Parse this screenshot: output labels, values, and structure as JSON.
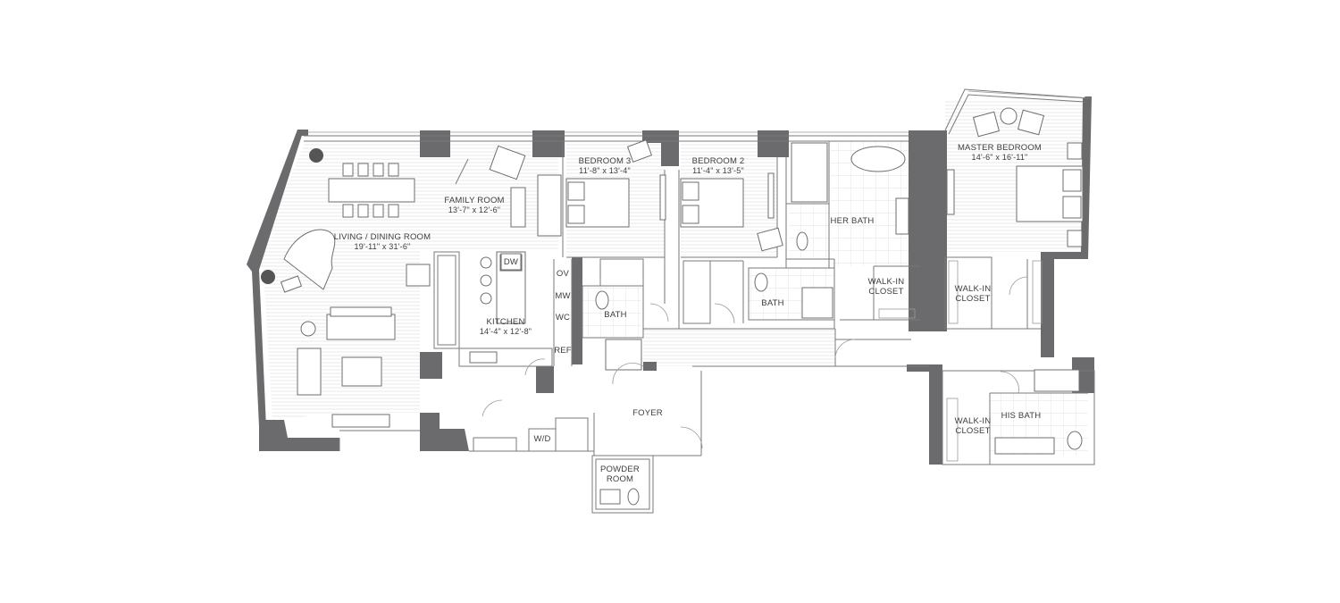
{
  "rooms": {
    "living": {
      "name": "LIVING / DINING ROOM",
      "dim": "19'-11\" x 31'-6\""
    },
    "family": {
      "name": "FAMILY ROOM",
      "dim": "13'-7\" x 12'-6\""
    },
    "kitchen": {
      "name": "KITCHEN",
      "dim": "14'-4\" x 12'-8\""
    },
    "bedroom3": {
      "name": "BEDROOM 3",
      "dim": "11'-8\" x 13'-4\""
    },
    "bedroom2": {
      "name": "BEDROOM 2",
      "dim": "11'-4\" x 13'-5\""
    },
    "master": {
      "name": "MASTER BEDROOM",
      "dim": "14'-6\" x 16'-11\""
    },
    "her_bath": {
      "name": "HER BATH"
    },
    "his_bath": {
      "name": "HIS BATH"
    },
    "bath_a": {
      "name": "BATH"
    },
    "bath_b": {
      "name": "BATH"
    },
    "foyer": {
      "name": "FOYER"
    },
    "powder": {
      "line1": "POWDER",
      "line2": "ROOM"
    },
    "wic_her": {
      "line1": "WALK-IN",
      "line2": "CLOSET"
    },
    "wic_master": {
      "line1": "WALK-IN",
      "line2": "CLOSET"
    },
    "wic_his": {
      "line1": "WALK-IN",
      "line2": "CLOSET"
    },
    "laundry": {
      "name": "W/D"
    }
  },
  "appliances": [
    "OV",
    "MW",
    "WC",
    "REF"
  ],
  "dishwasher": "DW",
  "colors": {
    "wall": "#6b6b6d",
    "line": "#7a7a7a",
    "text": "#3d3d3d"
  }
}
